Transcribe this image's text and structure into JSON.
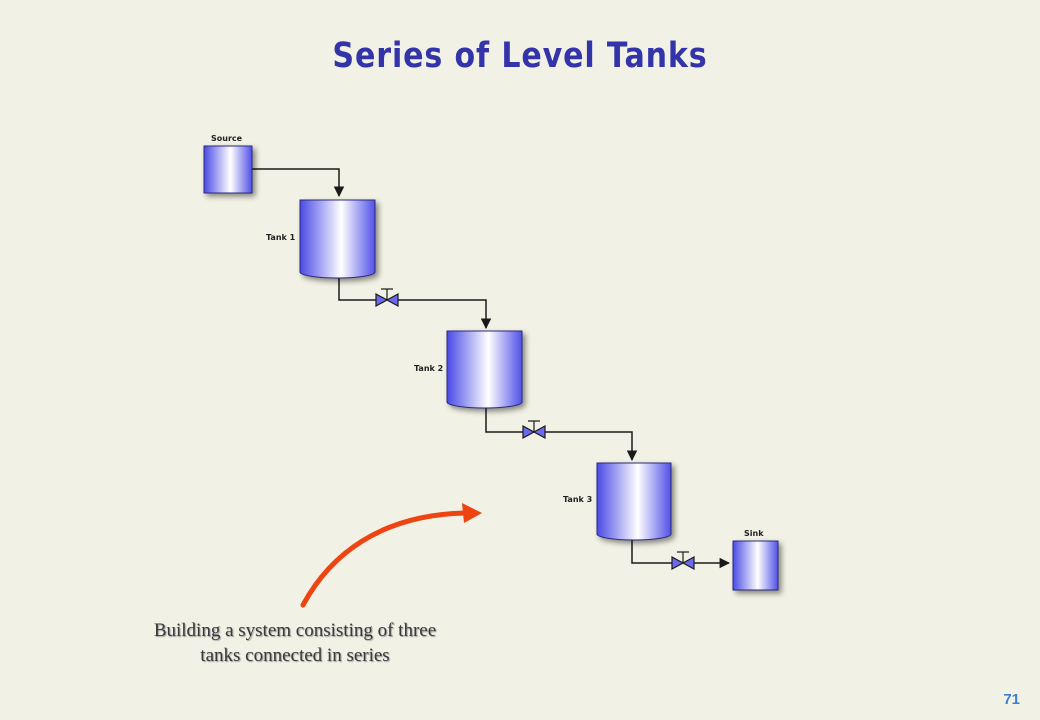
{
  "slide": {
    "title": "Series of Level Tanks",
    "page_number": "71"
  },
  "diagram": {
    "nodes": [
      {
        "id": "source",
        "label": "Source"
      },
      {
        "id": "tank1",
        "label": "Tank 1"
      },
      {
        "id": "tank2",
        "label": "Tank 2"
      },
      {
        "id": "tank3",
        "label": "Tank 3"
      },
      {
        "id": "sink",
        "label": "Sink"
      }
    ],
    "connections": [
      {
        "from": "source",
        "to": "tank1",
        "valve": false
      },
      {
        "from": "tank1",
        "to": "tank2",
        "valve": true
      },
      {
        "from": "tank2",
        "to": "tank3",
        "valve": true
      },
      {
        "from": "tank3",
        "to": "sink",
        "valve": true
      }
    ],
    "colors": {
      "vessel_fill": "#6a6af0",
      "vessel_highlight": "#ffffff",
      "pipe": "#1a1a1a",
      "annotation_arrow": "#ee4411"
    }
  },
  "caption": {
    "line1": "Building a system consisting of three",
    "line2": "tanks connected in series"
  }
}
